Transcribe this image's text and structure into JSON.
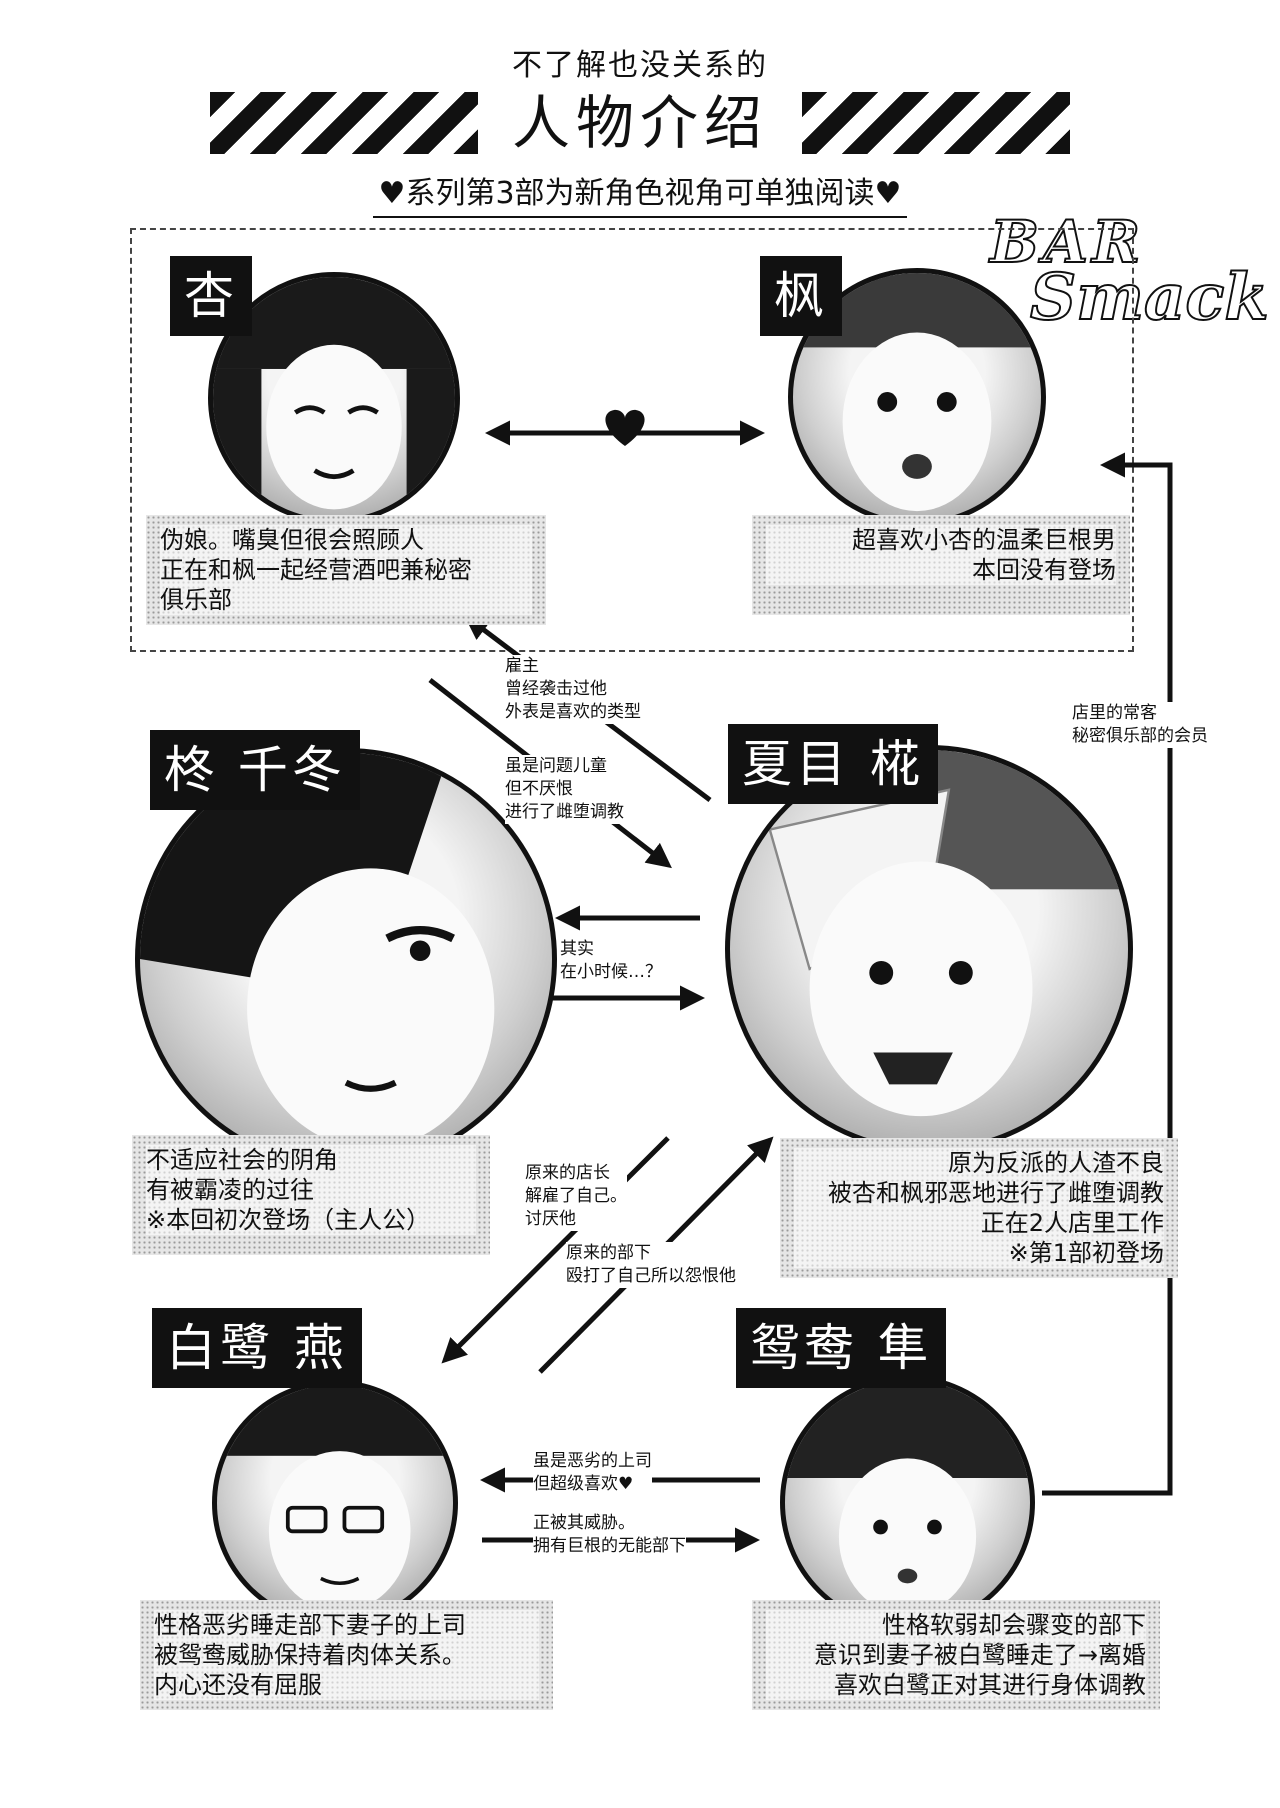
{
  "header": {
    "kicker": "不了解也没关系的",
    "title": "人物介绍",
    "subtitle": "♥系列第3部为新角色视角可单独阅读♥"
  },
  "logo": {
    "line1": "BAR",
    "line2": "Smack"
  },
  "characters": {
    "an": {
      "name": "杏",
      "desc": [
        "伪娘。嘴臭但很会照顾人",
        "正在和枫一起经营酒吧兼秘密",
        "俱乐部"
      ]
    },
    "kaede": {
      "name": "枫",
      "desc": [
        "超喜欢小杏的温柔巨根男",
        "本回没有登场"
      ]
    },
    "hiiragi": {
      "name": "柊 千冬",
      "desc": [
        "不适应社会的阴角",
        "有被霸凌的过往",
        "※本回初次登场（主人公）"
      ]
    },
    "natsume": {
      "name": "夏目 椛",
      "desc": [
        "原为反派的人渣不良",
        "被杏和枫邪恶地进行了雌堕调教",
        "正在2人店里工作",
        "※第1部初登场"
      ]
    },
    "shirasagi": {
      "name": "白鹭 燕",
      "desc": [
        "性格恶劣睡走部下妻子的上司",
        "被鸳鸯威胁保持着肉体关系。",
        "内心还没有屈服"
      ]
    },
    "oshidori": {
      "name": "鸳鸯 隼",
      "desc": [
        "性格软弱却会骤变的部下",
        "意识到妻子被白鹭睡走了→离婚",
        "喜欢白鹭正对其进行身体调教"
      ]
    }
  },
  "relations": {
    "natsume_to_an": [
      "雇主",
      "曾经袭击过他",
      "外表是喜欢的类型"
    ],
    "an_to_natsume": [
      "虽是问题儿童",
      "但不厌恨",
      "进行了雌堕调教"
    ],
    "natsume_hiiragi": [
      "其实",
      "在小时候…？"
    ],
    "natsume_to_shirasagi": [
      "原来的店长",
      "解雇了自己。",
      "讨厌他"
    ],
    "shirasagi_to_natsume": [
      "原来的部下",
      "殴打了自己所以怨恨他"
    ],
    "oshidori_to_shirasagi": [
      "虽是恶劣的上司",
      "但超级喜欢♥"
    ],
    "shirasagi_to_oshidori": [
      "正被其威胁。",
      "拥有巨根的无能部下"
    ],
    "oshidori_to_club": [
      "店里的常客",
      "秘密俱乐部的会员"
    ]
  }
}
